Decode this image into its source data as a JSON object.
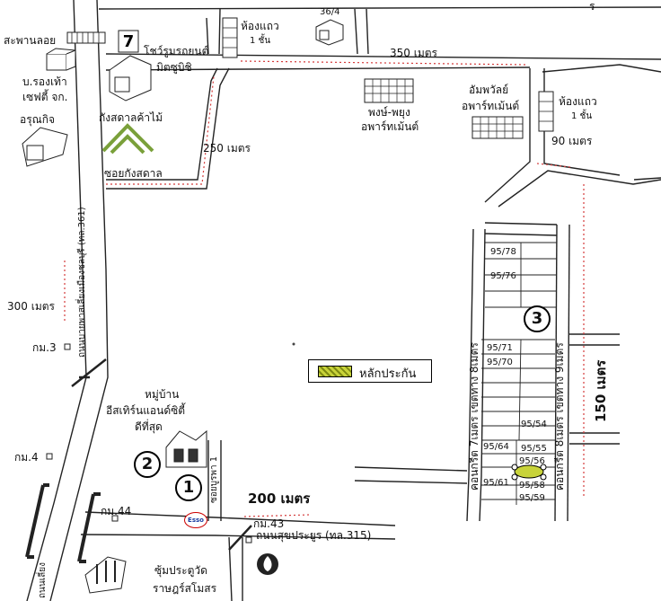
{
  "corner_mark": "ร",
  "legend": {
    "label": "หลักประกัน",
    "swatch_color": "#c8d33a"
  },
  "markers": {
    "one": "1",
    "two": "2",
    "three": "3"
  },
  "places": {
    "sapan_loi": "สะพานลอย",
    "shoe_line1": "บ.รองเท้า",
    "shoe_line2": "เซฟตี้ จก.",
    "orunkij": "อรุณกิจ",
    "mitsubishi_line1": "โชว์รูมรถยนต์",
    "mitsubishi_line2": "มิตซูบิชิ",
    "kangsadan": "กังสดาลค้าไม้",
    "row_house_top_line1": "ห้องแถว",
    "row_house_top_line2": "1 ชั้น",
    "house_36_4": "36/4",
    "pongpayung_line1": "พงษ์-พยุง",
    "pongpayung_line2": "อพาร์ทเม้นต์",
    "ampawan_line1": "อัมพวัลย์",
    "ampawan_line2": "อพาร์ทเม้นต์",
    "row_house_right_line1": "ห้องแถว",
    "row_house_right_line2": "1 ชั้น",
    "village_line1": "หมู่บ้าน",
    "village_line2": "อีสเทิร์นแอนด์ซิตี้",
    "village_line3": "ดีที่สุด",
    "gate_line1": "ซุ้มประตูวัด",
    "gate_line2": "ราษฎร์สโมสร",
    "seven_eleven": "7",
    "esso": "Esso"
  },
  "roads": {
    "main_road": "ถนนบายพาสเลี่ยงเมืองชลบุรี (ทล.361)",
    "sukhumvit": "ถนนสุขประยูร (ทล.315)",
    "soi_kangsadan": "ซอยกังสดาล",
    "soi_village": "ซอยบูรพา 1",
    "concrete_left": "คอนกรีต 7เมตร เขตทาง 8เมตร",
    "concrete_right": "คอนกรีต 8เมตร เขตทาง 9เมตร",
    "bottom_left": "ถนนเลี่ยง"
  },
  "distances": {
    "d350": "350 เมตร",
    "d250": "250 เมตร",
    "d90": "90 เมตร",
    "d300": "300 เมตร",
    "d200": "200 เมตร",
    "d150": "150 เมตร"
  },
  "km_posts": {
    "km3": "กม.3",
    "km4": "กม.4",
    "km44": "กม.44",
    "km43": "กม.43"
  },
  "lots": {
    "l9578": "95/78",
    "l9576": "95/76",
    "l9571": "95/71",
    "l9570": "95/70",
    "l9554": "95/54",
    "l9564": "95/64",
    "l9555": "95/55",
    "l9556": "95/56",
    "l9561": "95/61",
    "l9558": "95/58",
    "l9559": "95/59"
  }
}
